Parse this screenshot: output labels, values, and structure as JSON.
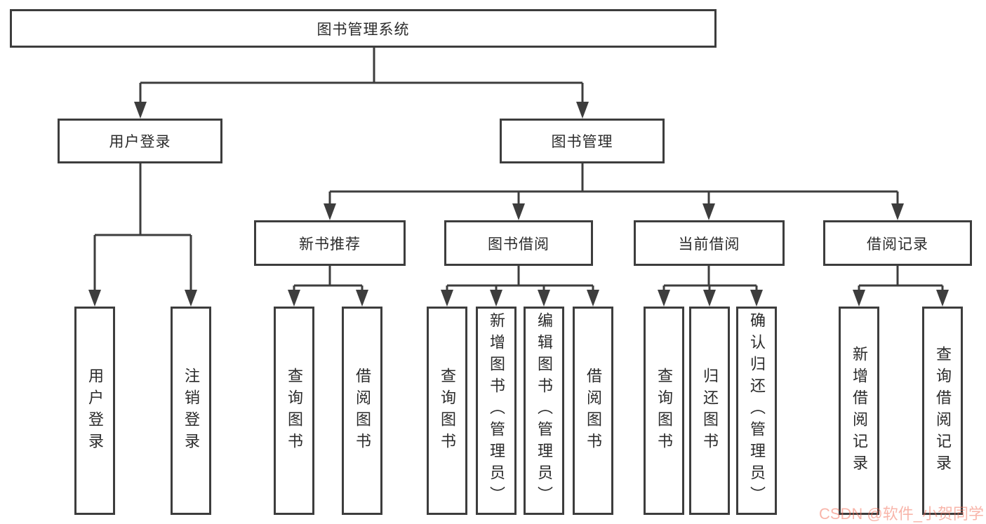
{
  "diagram": {
    "root": {
      "label": "图书管理系统"
    },
    "branches": [
      {
        "label": "用户登录",
        "children": [
          {
            "label": "用户登录"
          },
          {
            "label": "注销登录"
          }
        ]
      },
      {
        "label": "图书管理",
        "children": [
          {
            "label": "新书推荐",
            "children": [
              {
                "label": "查询图书"
              },
              {
                "label": "借阅图书"
              }
            ]
          },
          {
            "label": "图书借阅",
            "children": [
              {
                "label": "查询图书"
              },
              {
                "label": "新增图书（管理员）"
              },
              {
                "label": "编辑图书（管理员）"
              },
              {
                "label": "借阅图书"
              }
            ]
          },
          {
            "label": "当前借阅",
            "children": [
              {
                "label": "查询图书"
              },
              {
                "label": "归还图书"
              },
              {
                "label": "确认归还（管理员）"
              }
            ]
          },
          {
            "label": "借阅记录",
            "children": [
              {
                "label": "新增借阅记录"
              },
              {
                "label": "查询借阅记录"
              }
            ]
          }
        ]
      }
    ]
  },
  "watermark": {
    "text": "CSDN @软件_小贺同学"
  },
  "colors": {
    "line": "#3d3d3d",
    "text": "#2b2b2b",
    "background": "#ffffff",
    "watermark": "#f5a391"
  }
}
